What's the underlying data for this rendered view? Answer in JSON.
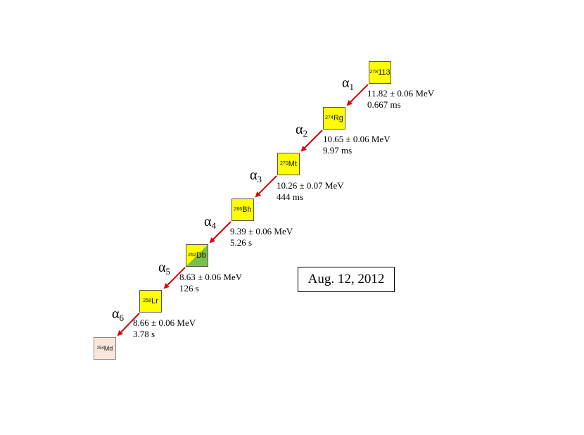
{
  "nuclides": [
    {
      "mass": "278",
      "symbol": "113"
    },
    {
      "mass": "274",
      "symbol": "Rg"
    },
    {
      "mass": "270",
      "symbol": "Mt"
    },
    {
      "mass": "266",
      "symbol": "Bh"
    },
    {
      "mass": "262",
      "symbol": "Db"
    },
    {
      "mass": "258",
      "symbol": "Lr"
    },
    {
      "mass": "254",
      "symbol": "Md"
    }
  ],
  "decays": [
    {
      "label": "α",
      "index": "1",
      "energy": "11.82 ± 0.06 MeV",
      "time": "0.667 ms"
    },
    {
      "label": "α",
      "index": "2",
      "energy": "10.65 ± 0.06 MeV",
      "time": "9.97 ms"
    },
    {
      "label": "α",
      "index": "3",
      "energy": "10.26 ± 0.07 MeV",
      "time": "444 ms"
    },
    {
      "label": "α",
      "index": "4",
      "energy": "9.39 ± 0.06 MeV",
      "time": "5.26 s"
    },
    {
      "label": "α",
      "index": "5",
      "energy": "8.63 ± 0.06 MeV",
      "time": "126 s"
    },
    {
      "label": "α",
      "index": "6",
      "energy": "8.66 ± 0.06 MeV",
      "time": "3.78 s"
    }
  ],
  "date": "Aug. 12, 2012",
  "colors": {
    "nuclide_fill": "#ffff00",
    "db_secondary_fill": "#7cc04c",
    "final_fill": "#fbe6da",
    "arrow": "#e00000"
  }
}
